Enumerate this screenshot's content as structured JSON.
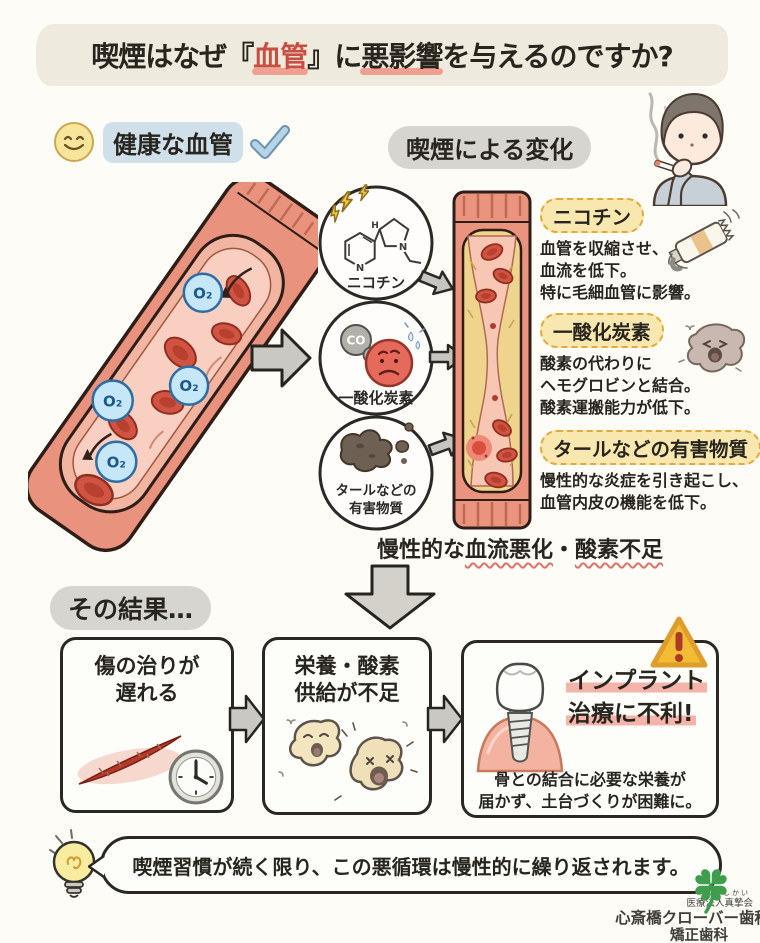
{
  "title": {
    "part1": "喫煙はなぜ『",
    "vessel": "血管",
    "part2": "』に",
    "impact": "悪影響",
    "part3": "を与えるのですか?"
  },
  "healthy": {
    "label": "健康な血管"
  },
  "smoking": {
    "label": "喫煙による変化"
  },
  "molecule": {
    "o2": "O₂",
    "co": "CO",
    "n": "N",
    "h": "H"
  },
  "causes": [
    {
      "circle_label": "ニコチン",
      "heading": "ニコチン",
      "lines": [
        "血管を収縮させ、",
        "血流を低下。",
        "特に毛細血管に影響。"
      ]
    },
    {
      "circle_label": "一酸化炭素",
      "heading": "一酸化炭素",
      "lines": [
        "酸素の代わりに",
        "ヘモグロビンと結合。",
        "酸素運搬能力が低下。"
      ]
    },
    {
      "circle_label_1": "タールなどの",
      "circle_label_2": "有害物質",
      "heading": "タールなどの有害物質",
      "lines": [
        "慢性的な炎症を引き起こし、",
        "血管内皮の機能を低下。"
      ]
    }
  ],
  "consequence": {
    "lead": "慢性的な",
    "word1": "血流悪化",
    "sep": "・",
    "word2": "酸素不足"
  },
  "result_label": "その結果…",
  "boxes": [
    {
      "line1": "傷の治りが",
      "line2": "遅れる"
    },
    {
      "line1": "栄養・酸素",
      "line2": "供給が不足"
    },
    {
      "line1": "インプラント",
      "line2": "治療に不利!",
      "body1": "骨との結合に必要な栄養が",
      "body2": "届かず、土台づくりが困難に。"
    }
  ],
  "conclusion": "喫煙習慣が続く限り、この悪循環は慢性的に繰り返されます。",
  "footer": {
    "furigana": "しんしかい",
    "org": "医療法人真摯会",
    "clinic": "心斎橋クローバー歯科",
    "dept": "矯正歯科"
  },
  "colors": {
    "accent_red": "#c94d41",
    "underline_pink": "#f0a090",
    "highlight_blue": "#cfe0ea",
    "highlight_gray": "#d7d5cf",
    "highlight_yellow": "#f9e7b0",
    "warning_yellow": "#f2bc35",
    "clover_green": "#3f9e4e"
  }
}
